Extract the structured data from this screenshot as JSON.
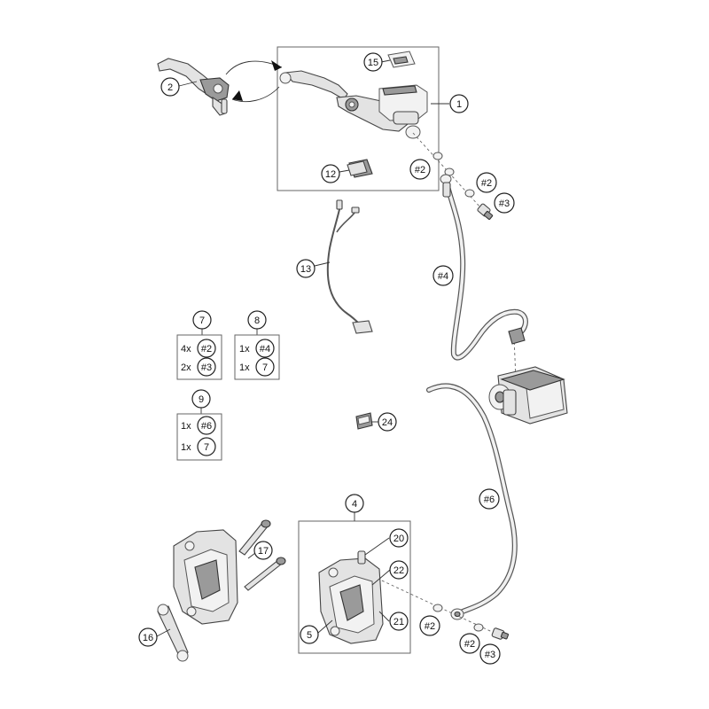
{
  "callouts": {
    "c1": "1",
    "c2": "2",
    "c4": "4",
    "c5": "5",
    "c7": "7",
    "c8": "8",
    "c9": "9",
    "c12": "12",
    "c13": "13",
    "c15": "15",
    "c16": "16",
    "c17": "17",
    "c20": "20",
    "c21": "21",
    "c22": "22",
    "c24": "24",
    "h2a": "#2",
    "h2b": "#2",
    "h3a": "#3",
    "h4": "#4",
    "h6": "#6",
    "h2c": "#2",
    "h2d": "#2",
    "h3b": "#3"
  },
  "kits": {
    "k7": {
      "row1_qty": "4x",
      "row1_ref": "#2",
      "row2_qty": "2x",
      "row2_ref": "#3"
    },
    "k8": {
      "row1_qty": "1x",
      "row1_ref": "#4",
      "row2_qty": "1x",
      "row2_ref": "7"
    },
    "k9": {
      "row1_qty": "1x",
      "row1_ref": "#6",
      "row2_qty": "1x",
      "row2_ref": "7"
    }
  }
}
